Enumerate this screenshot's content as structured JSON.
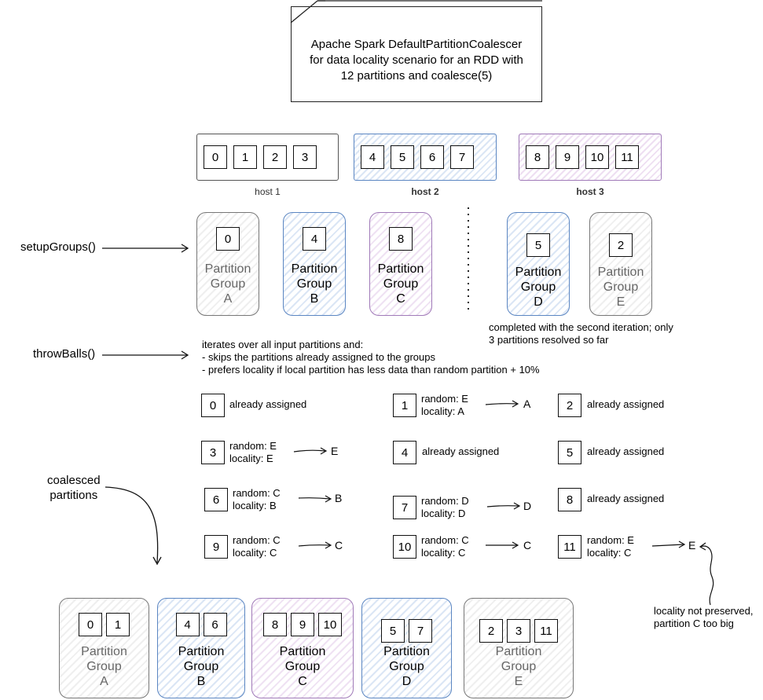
{
  "title": "Apache Spark DefaultPartitionCoalescer\nfor data locality scenario for an RDD with\n12 partitions and coalesce(5)",
  "hosts": [
    {
      "label": "host 1",
      "partitions": [
        "0",
        "1",
        "2",
        "3"
      ]
    },
    {
      "label": "host 2",
      "partitions": [
        "4",
        "5",
        "6",
        "7"
      ]
    },
    {
      "label": "host 3",
      "partitions": [
        "8",
        "9",
        "10",
        "11"
      ]
    }
  ],
  "setup_label": "setupGroups()",
  "setup_groups": [
    {
      "partition": "0",
      "label": "Partition\nGroup\nA"
    },
    {
      "partition": "4",
      "label": "Partition\nGroup\nB"
    },
    {
      "partition": "8",
      "label": "Partition\nGroup\nC"
    },
    {
      "partition": "5",
      "label": "Partition\nGroup\nD"
    },
    {
      "partition": "2",
      "label": "Partition\nGroup\nE"
    }
  ],
  "second_iteration_note": "completed with the second iteration; only\n3 partitions resolved so far",
  "throw_label": "throwBalls()",
  "throw_description": "iterates over all input partitions and:\n- skips the partitions already assigned to the groups\n- prefers locality if local partition has less data than random partition + 10%",
  "items": [
    {
      "id": "0",
      "text": "already assigned",
      "target": ""
    },
    {
      "id": "1",
      "text": "random: E\nlocality: A",
      "target": "A"
    },
    {
      "id": "2",
      "text": "already assigned",
      "target": ""
    },
    {
      "id": "3",
      "text": "random: E\nlocality: E",
      "target": "E"
    },
    {
      "id": "4",
      "text": "already assigned",
      "target": ""
    },
    {
      "id": "5",
      "text": "already assigned",
      "target": ""
    },
    {
      "id": "6",
      "text": "random: C\nlocality: B",
      "target": "B"
    },
    {
      "id": "7",
      "text": "random: D\nlocality: D",
      "target": "D"
    },
    {
      "id": "8",
      "text": "already assigned",
      "target": ""
    },
    {
      "id": "9",
      "text": "random: C\nlocality: C",
      "target": "C"
    },
    {
      "id": "10",
      "text": "random: C\nlocality: C",
      "target": "C"
    },
    {
      "id": "11",
      "text": "random: E\nlocality: C",
      "target": "E"
    }
  ],
  "coalesced_label": "coalesced\npartitions",
  "coalesced_groups": [
    {
      "partitions": [
        "0",
        "1"
      ],
      "label": "Partition\nGroup\nA"
    },
    {
      "partitions": [
        "4",
        "6"
      ],
      "label": "Partition\nGroup\nB"
    },
    {
      "partitions": [
        "8",
        "9",
        "10"
      ],
      "label": "Partition\nGroup\nC"
    },
    {
      "partitions": [
        "5",
        "7"
      ],
      "label": "Partition\nGroup\nD"
    },
    {
      "partitions": [
        "2",
        "3",
        "11"
      ],
      "label": "Partition\nGroup\nE"
    }
  ],
  "locality_note": "locality not preserved,\npartition C too big",
  "colors": {
    "host1": "#555555",
    "host2": "#5b86c2",
    "host3": "#a07ab8"
  }
}
